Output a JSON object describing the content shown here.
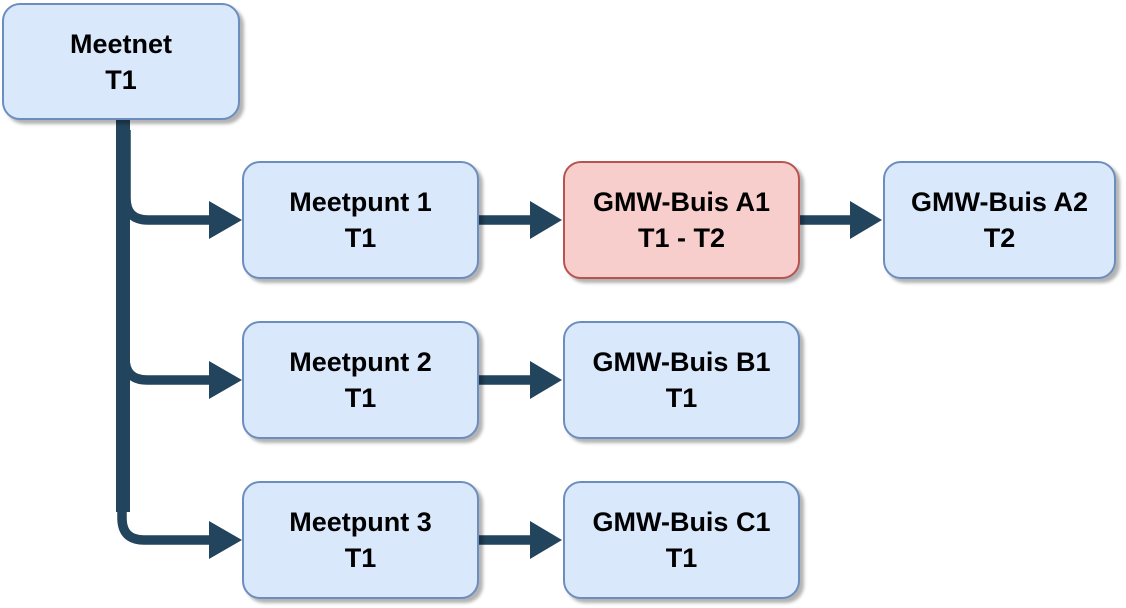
{
  "diagram": {
    "nodes": {
      "meetnet": {
        "label": "Meetnet",
        "period": "T1",
        "variant": "blue"
      },
      "meetpunt1": {
        "label": "Meetpunt 1",
        "period": "T1",
        "variant": "blue"
      },
      "gmw_buis_a1": {
        "label": "GMW-Buis A1",
        "period": "T1 - T2",
        "variant": "red"
      },
      "gmw_buis_a2": {
        "label": "GMW-Buis A2",
        "period": "T2",
        "variant": "blue"
      },
      "meetpunt2": {
        "label": "Meetpunt 2",
        "period": "T1",
        "variant": "blue"
      },
      "gmw_buis_b1": {
        "label": "GMW-Buis B1",
        "period": "T1",
        "variant": "blue"
      },
      "meetpunt3": {
        "label": "Meetpunt 3",
        "period": "T1",
        "variant": "blue"
      },
      "gmw_buis_c1": {
        "label": "GMW-Buis C1",
        "period": "T1",
        "variant": "blue"
      }
    },
    "edges": [
      {
        "from": "meetnet",
        "to": "meetpunt1"
      },
      {
        "from": "meetnet",
        "to": "meetpunt2"
      },
      {
        "from": "meetnet",
        "to": "meetpunt3"
      },
      {
        "from": "meetpunt1",
        "to": "gmw_buis_a1"
      },
      {
        "from": "gmw_buis_a1",
        "to": "gmw_buis_a2"
      },
      {
        "from": "meetpunt2",
        "to": "gmw_buis_b1"
      },
      {
        "from": "meetpunt3",
        "to": "gmw_buis_c1"
      }
    ]
  },
  "theme": {
    "background": "#ffffff",
    "node_blue_fill": "#dae8fc",
    "node_blue_border": "#6c8ebf",
    "node_red_fill": "#f8cecc",
    "node_red_border": "#b85450",
    "connector_color": "#23445d",
    "text_color": "#000000",
    "shadow_color": "rgba(0,0,0,0.3)"
  }
}
